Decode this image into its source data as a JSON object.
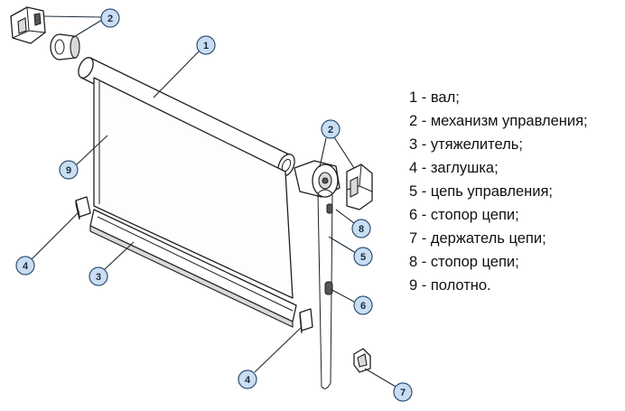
{
  "callouts": {
    "c1": "1",
    "c2a": "2",
    "c2b": "2",
    "c3": "3",
    "c4a": "4",
    "c4b": "4",
    "c5": "5",
    "c6": "6",
    "c7": "7",
    "c8": "8",
    "c9": "9"
  },
  "legend": [
    "1 - вал;",
    "2 - механизм управления;",
    "3 - утяжелитель;",
    "4 - заглушка;",
    "5 - цепь управления;",
    "6 - стопор цепи;",
    "7 - держатель цепи;",
    "8 - стопор цепи;",
    "9 - полотно."
  ]
}
